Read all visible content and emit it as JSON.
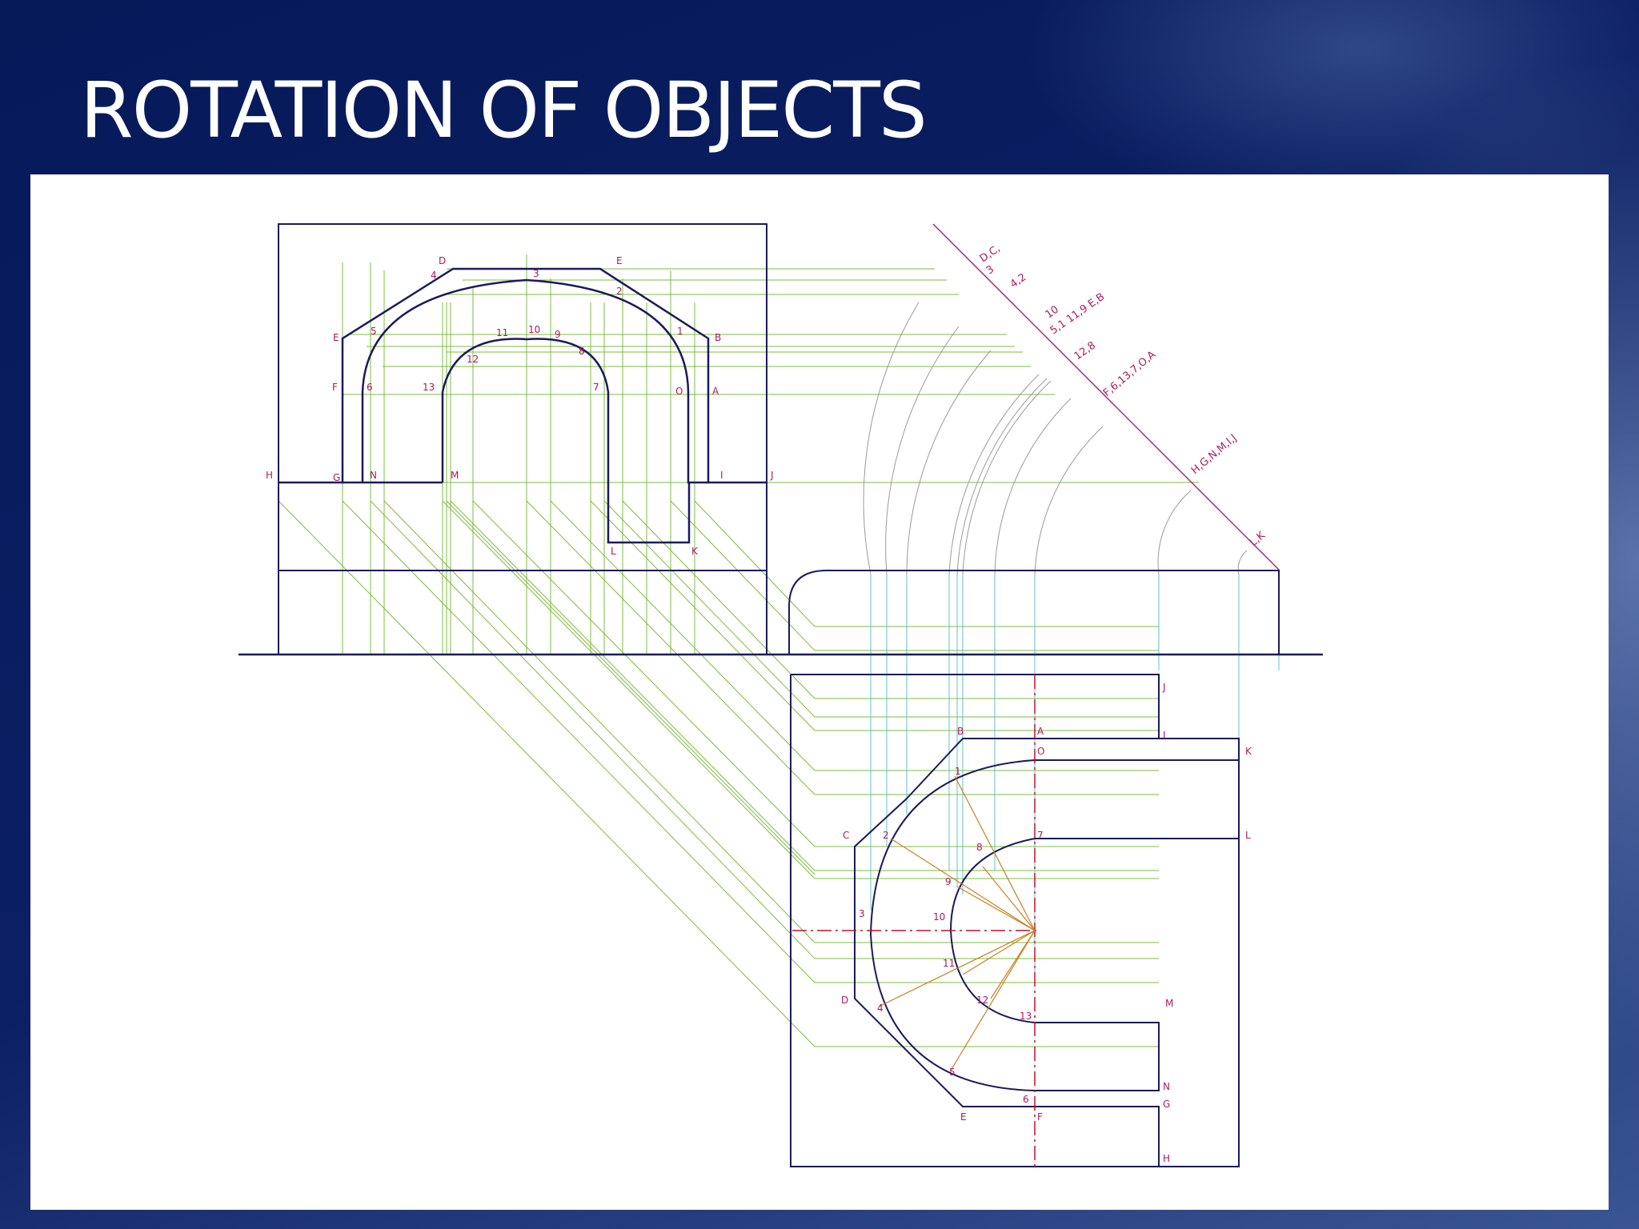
{
  "slide": {
    "title": "ROTATION OF OBJECTS"
  },
  "drawing": {
    "front_view_labels": {
      "D": "D",
      "E_top": "E",
      "four": "4",
      "three": "3",
      "two": "2",
      "E": "E",
      "B": "B",
      "five": "5",
      "one": "1",
      "eleven": "11",
      "ten": "10",
      "nine": "9",
      "eight": "8",
      "twelve": "12",
      "F": "F",
      "six": "6",
      "thirteen": "13",
      "seven": "7",
      "O": "O",
      "A": "A",
      "H": "H",
      "G": "G",
      "N": "N",
      "M": "M",
      "I": "I",
      "J": "J",
      "L": "L",
      "K": "K"
    },
    "projection_labels": {
      "dc": "D,C,",
      "three": "3",
      "four_two": "4,2",
      "ten": "10",
      "five_one_eleven_nine_e_b": "5,1 11,9 E,B",
      "twelve_eight": "12,8",
      "f6137oa": "F,6,13,7,O,A",
      "hgnmij": "H,G,N,M,I,J",
      "lk": "L,K"
    },
    "top_view_labels": {
      "B": "B",
      "A": "A",
      "J": "J",
      "I": "I",
      "O": "O",
      "K": "K",
      "one": "1",
      "C": "C",
      "two": "2",
      "eight": "8",
      "seven": "7",
      "L": "L",
      "nine": "9",
      "three": "3",
      "ten": "10",
      "eleven": "11",
      "D": "D",
      "four": "4",
      "twelve": "12",
      "thirteen": "13",
      "M": "M",
      "five": "5",
      "N": "N",
      "six": "6",
      "G": "G",
      "E": "E",
      "F": "F",
      "H": "H"
    },
    "colors": {
      "outline": "#1a1a5c",
      "projector_green": "#7dbb3c",
      "projector_cyan": "#5cc6c8",
      "label_magenta": "#b0195a",
      "center_line": "#c0102a",
      "radial_orange": "#c88020",
      "arc_gray": "#9a9a9a",
      "rotation_line": "#a0306a"
    }
  }
}
